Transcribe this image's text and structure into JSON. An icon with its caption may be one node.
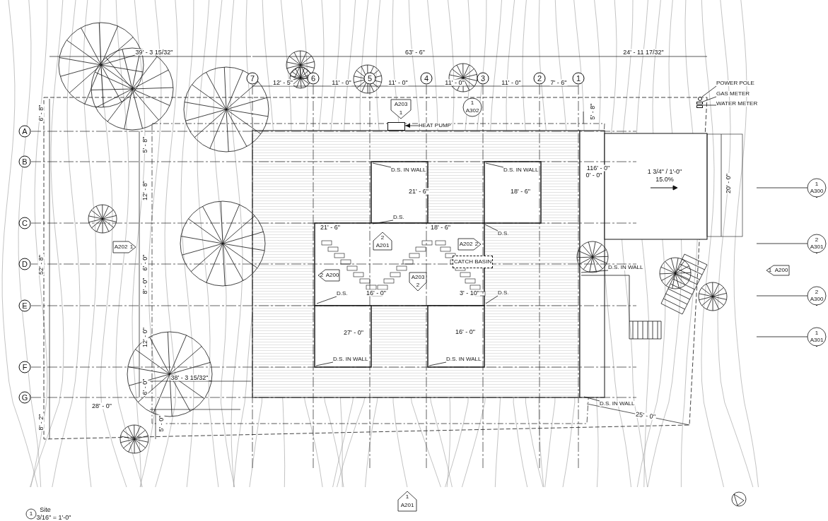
{
  "diagram": {
    "nodes": [
      {
        "text": [
          "HEAT PUMP"
        ]
      },
      {
        "text": [],
        "shape": "box"
      },
      {
        "text": [
          "POWER POLE"
        ]
      },
      {
        "text": [],
        "shape": "circle"
      },
      {
        "text": [
          "GAS METER"
        ]
      },
      {
        "text": [],
        "shape": "box"
      },
      {
        "text": [
          "WATER METER"
        ]
      },
      {
        "text": [],
        "shape": "box"
      },
      {
        "text": [
          "CATCH BASIN"
        ]
      },
      {
        "text": [
          "D.S. IN WALL"
        ]
      },
      {
        "text": [
          "D.S. IN WALL"
        ]
      },
      {
        "text": [
          "D.S."
        ]
      },
      {
        "text": [
          "D.S."
        ]
      },
      {
        "text": [
          "D.S."
        ]
      },
      {
        "text": [
          "D.S."
        ]
      },
      {
        "text": [
          "D.S. IN WALL"
        ]
      },
      {
        "text": [
          "D.S. IN WALL"
        ]
      },
      {
        "text": [
          "D.S. IN WALL"
        ]
      },
      {
        "text": [
          "D.S. IN WALL"
        ]
      }
    ],
    "edges": [
      {
        "from": 0,
        "to": 1,
        "arrow": "to"
      },
      {
        "from": 2,
        "to": 3,
        "arrow": "none"
      },
      {
        "from": 4,
        "to": 5,
        "arrow": "none"
      },
      {
        "from": 6,
        "to": 7,
        "arrow": "none"
      },
      {
        "from": 9,
        "to": null,
        "arrow": "none"
      },
      {
        "from": 10,
        "to": null,
        "arrow": "none"
      },
      {
        "from": 11,
        "to": null,
        "arrow": "none"
      },
      {
        "from": 12,
        "to": null,
        "arrow": "none"
      },
      {
        "from": 13,
        "to": null,
        "arrow": "none"
      },
      {
        "from": 14,
        "to": null,
        "arrow": "none"
      },
      {
        "from": 15,
        "to": null,
        "arrow": "none"
      },
      {
        "from": 16,
        "to": null,
        "arrow": "none"
      },
      {
        "from": 17,
        "to": null,
        "arrow": "none"
      },
      {
        "from": 18,
        "to": null,
        "arrow": "none"
      }
    ],
    "labels": [
      "39' - 3 15/32\"",
      "63' - 6\"",
      "24' - 11 17/32\"",
      "7",
      "12' - 5\"",
      "6",
      "11' - 0\"",
      "5",
      "11' - 0\"",
      "4",
      "11' - 0\"",
      "3",
      "11' - 0\"",
      "2",
      "7' - 6\"",
      "1",
      "A203",
      "1",
      "1",
      "A302",
      "6' - 8\"",
      "5' - 8\"",
      "A",
      "5' - 8\"",
      "B",
      "116' - 0\"",
      "21' - 6\"",
      "18' - 6\"",
      "0' - 0\"",
      "1 3/4\" / 1'-0\"",
      "15.0%",
      "20' - 0\"",
      "1",
      "A300",
      "12' - 8\"",
      "C",
      "21' - 6\"",
      "2",
      "18' - 6\"",
      "A202",
      "1",
      "A201",
      "A202",
      "2",
      "2",
      "A301",
      "D",
      "6' - 0\"",
      "2",
      "A200",
      "1",
      "A200",
      "A203",
      "2",
      "8' - 0\"",
      "16' - 0\"",
      "3' - 10\"",
      "2",
      "A300",
      "E",
      "27' - 0\"",
      "16' - 0\"",
      "52' - 8\"",
      "1",
      "A301",
      "12' - 0\"",
      "F",
      "38' - 3 15/32\"",
      "6' - 0\"",
      "G",
      "28' - 0\"",
      "25' - 0\"",
      "8' - 2\"",
      "5' - 0\"",
      "1",
      "A201",
      "1",
      "Site",
      "3/16\" = 1'-0\""
    ]
  }
}
